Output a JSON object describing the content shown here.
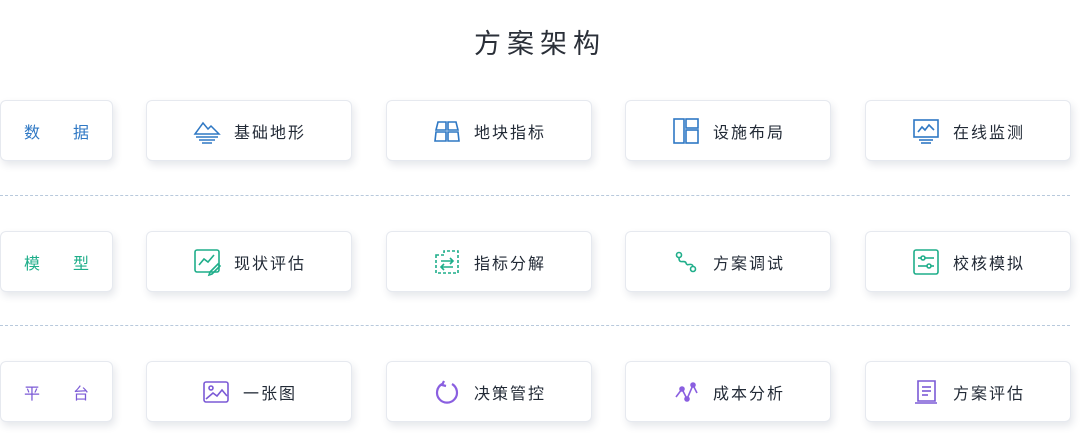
{
  "title": "方案架构",
  "colors": {
    "data": "#2f78c4",
    "model": "#1fae8a",
    "platform": "#7b5ad6"
  },
  "rows": [
    {
      "label": "数 据",
      "items": [
        {
          "label": "基础地形",
          "icon": "terrain-icon"
        },
        {
          "label": "地块指标",
          "icon": "land-parcel-icon"
        },
        {
          "label": "设施布局",
          "icon": "layout-icon"
        },
        {
          "label": "在线监测",
          "icon": "monitor-icon"
        }
      ]
    },
    {
      "label": "模 型",
      "items": [
        {
          "label": "现状评估",
          "icon": "chart-edit-icon"
        },
        {
          "label": "指标分解",
          "icon": "decompose-icon"
        },
        {
          "label": "方案调试",
          "icon": "debug-icon"
        },
        {
          "label": "校核模拟",
          "icon": "sliders-icon"
        }
      ]
    },
    {
      "label": "平 台",
      "items": [
        {
          "label": "一张图",
          "icon": "image-icon"
        },
        {
          "label": "决策管控",
          "icon": "refresh-icon"
        },
        {
          "label": "成本分析",
          "icon": "nodes-icon"
        },
        {
          "label": "方案评估",
          "icon": "document-icon"
        }
      ]
    }
  ]
}
